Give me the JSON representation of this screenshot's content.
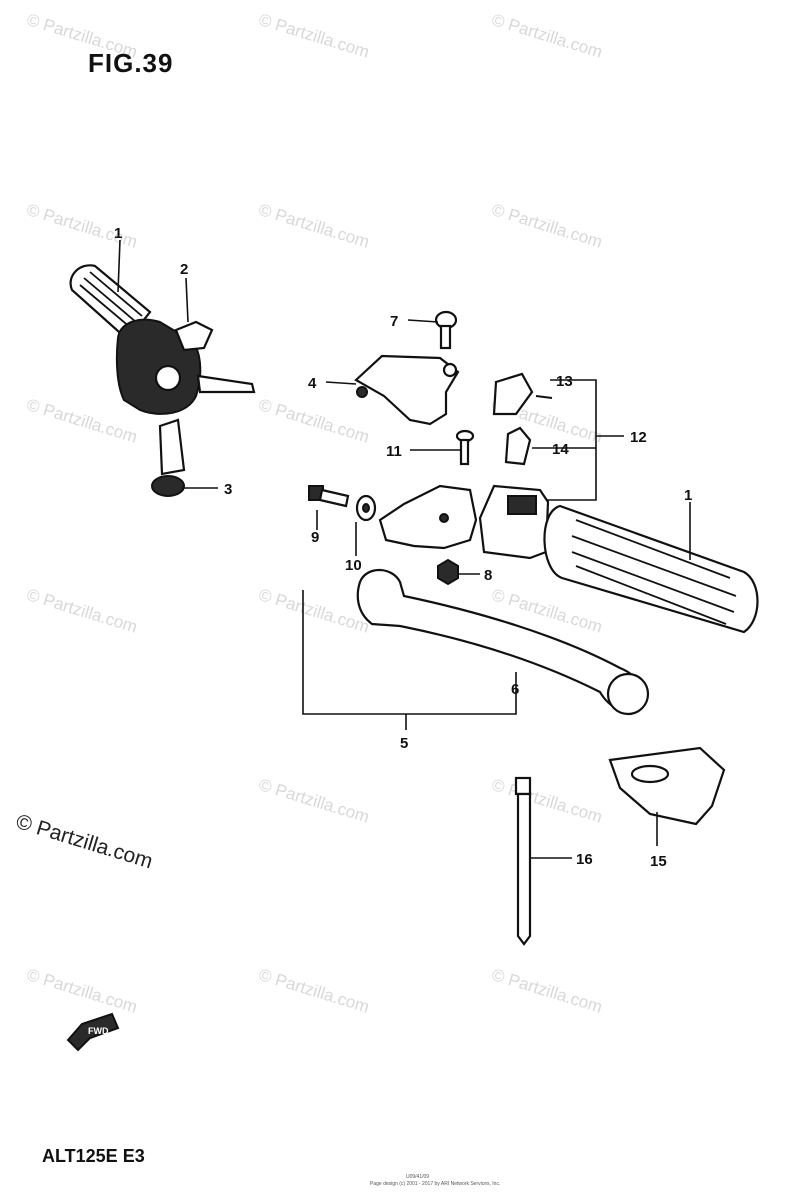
{
  "figure_title": "FIG.39",
  "model_code": "ALT125E  E3",
  "page_code": "U09/41/09",
  "copyright_line": "Page design (c) 2001 - 2017 by ARI Network Services, Inc.",
  "watermark": "© Partzilla.com",
  "forward_label": "FWD",
  "callouts": [
    "1",
    "2",
    "3",
    "4",
    "5",
    "6",
    "7",
    "8",
    "9",
    "10",
    "11",
    "12",
    "13",
    "14",
    "15",
    "16"
  ]
}
